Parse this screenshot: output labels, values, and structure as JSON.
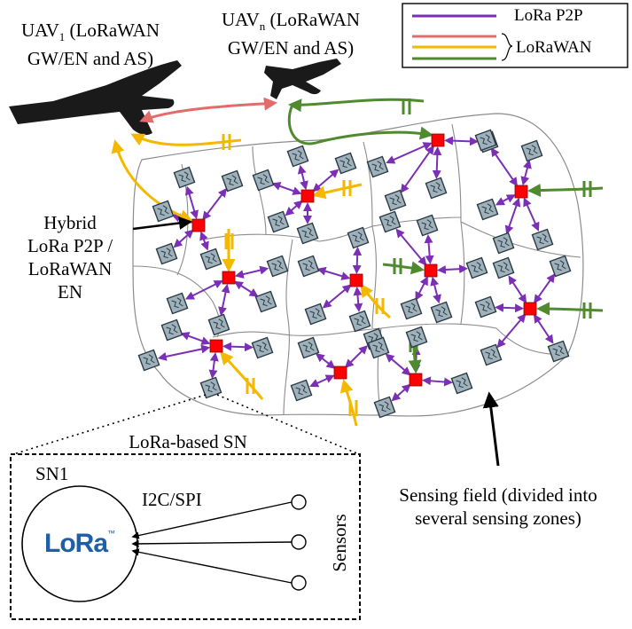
{
  "colors": {
    "lora_p2p": "#7a2fb5",
    "lorawan_red": "#e36b6b",
    "lorawan_yellow": "#f5b800",
    "lorawan_green": "#4f8a2f",
    "end_node": "#ff0000",
    "sensor_node": "#9fb2bc",
    "zone_border": "#8c8c8c",
    "uav": "#1a1a1a",
    "lora_logo": "#1f5fa8"
  },
  "legend": {
    "lora_p2p": "LoRa P2P",
    "lorawan": "LoRaWAN"
  },
  "uav1": {
    "line1_prefix": "UAV",
    "line1_sub": "1",
    "line1_suffix": " (LoRaWAN",
    "line2": "GW/EN and AS)"
  },
  "uavn": {
    "line1_prefix": "UAV",
    "line1_sub": "n",
    "line1_suffix": " (LoRaWAN",
    "line2": "GW/EN and AS)"
  },
  "hybrid_label": {
    "line1": "Hybrid",
    "line2": "LoRa P2P /",
    "line3": "LoRaWAN",
    "line4": "EN"
  },
  "sn_box": {
    "title": "LoRa-based SN",
    "node_name": "SN1",
    "interface": "I2C/SPI",
    "sensors": "Sensors",
    "logo_text": "LoRa",
    "logo_tm": "™"
  },
  "field_label": {
    "line1": "Sensing field (divided into",
    "line2": "several sensing zones)"
  },
  "icons": {
    "uav": "uav-silhouette-icon",
    "end_node": "red-square-icon",
    "sensor": "sensor-chip-icon",
    "radio_link": "double-bar-link-icon",
    "sensor_port": "circle-port-icon"
  }
}
